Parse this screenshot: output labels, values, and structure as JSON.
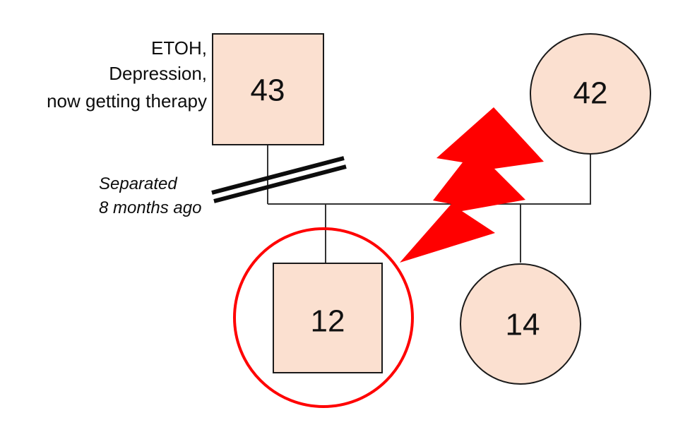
{
  "diagram": {
    "type": "genogram",
    "title": "Family genogram",
    "colors": {
      "node_fill": "#fbe0d0",
      "node_stroke": "#1a1a1a",
      "line": "#333333",
      "highlight": "#ff0000",
      "stressor": "#ff0000",
      "text": "#0d0d0d",
      "background": "#ffffff"
    },
    "people": [
      {
        "id": "father",
        "shape": "square",
        "sex": "male",
        "age": "43",
        "generation": "parent",
        "highlighted": false
      },
      {
        "id": "mother",
        "shape": "circle",
        "sex": "female",
        "age": "42",
        "generation": "parent",
        "highlighted": false
      },
      {
        "id": "son",
        "shape": "square",
        "sex": "male",
        "age": "12",
        "generation": "child",
        "highlighted": true
      },
      {
        "id": "daughter",
        "shape": "circle",
        "sex": "female",
        "age": "14",
        "generation": "child",
        "highlighted": false
      }
    ],
    "annotations": {
      "father_notes": [
        "ETOH,",
        "Depression,",
        "now getting therapy"
      ],
      "relationship_note": [
        "Separated",
        "8 months ago"
      ],
      "relationship_status": "separated",
      "separation_marker": "double-slash",
      "stressor_marker": "lightning-bolt",
      "index_patient_marker": "red-circle"
    }
  }
}
